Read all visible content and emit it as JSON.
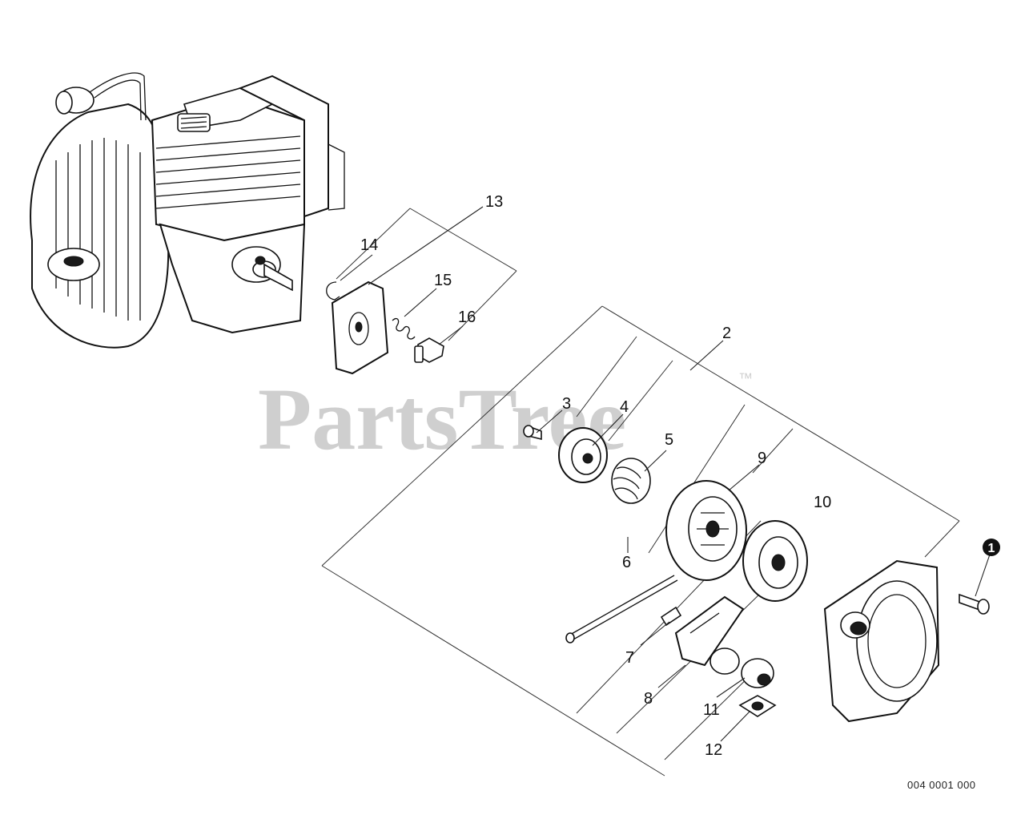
{
  "watermark": {
    "text": "PartsTree",
    "trademark": "™"
  },
  "diagram_code": "004 0001 000",
  "callout_marker": "1",
  "part_labels": {
    "p2": "2",
    "p3": "3",
    "p4": "4",
    "p5": "5",
    "p6": "6",
    "p7": "7",
    "p8": "8",
    "p9": "9",
    "p10": "10",
    "p11": "11",
    "p12": "12",
    "p13": "13",
    "p14": "14",
    "p15": "15",
    "p16": "16"
  }
}
